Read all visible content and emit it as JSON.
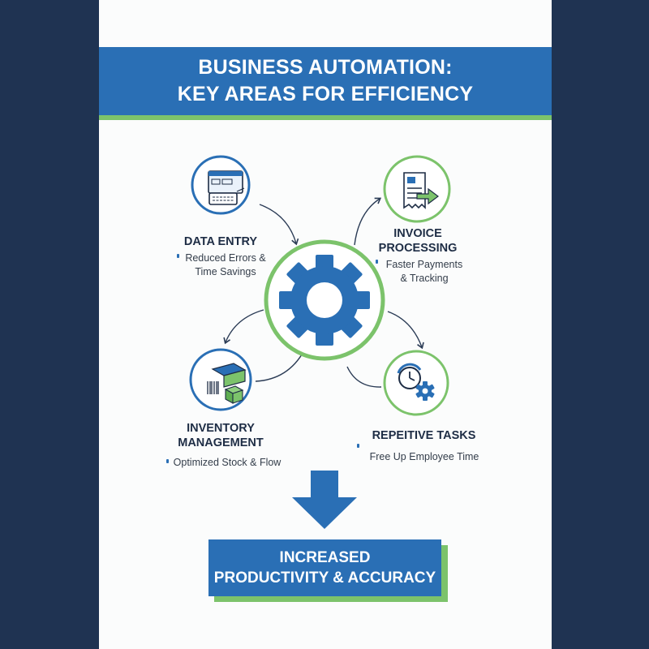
{
  "title": {
    "line1": "BUSINESS AUTOMATION:",
    "line2": "KEY AREAS FOR EFFICIENCY"
  },
  "center": {
    "icon": "gear-icon"
  },
  "areas": [
    {
      "id": "data-entry",
      "label_line1": "DATA ENTRY",
      "label_line2": "",
      "desc_line1": "Reduced Errors &",
      "desc_line2": "Time Savings",
      "icon": "keyboard-screen-icon"
    },
    {
      "id": "invoice",
      "label_line1": "INVOICE",
      "label_line2": "PROCESSING",
      "desc_line1": "Faster Payments",
      "desc_line2": "& Tracking",
      "icon": "invoice-arrow-icon"
    },
    {
      "id": "inventory",
      "label_line1": "INVENTORY",
      "label_line2": "MANAGEMENT",
      "desc_line1": "Optimized Stock & Flow",
      "desc_line2": "",
      "icon": "boxes-barcode-icon"
    },
    {
      "id": "repetitive",
      "label_line1": "REPEITIVE TASKS",
      "label_line2": "",
      "desc_line1": "Free Up Employee Time",
      "desc_line2": "",
      "icon": "clock-gear-icon"
    }
  ],
  "result": {
    "line1": "INCREASED",
    "line2": "PRODUCTIVITY & ACCURACY"
  },
  "colors": {
    "background": "#1f3352",
    "panel": "#fbfcfc",
    "primary_blue": "#2a6fb5",
    "accent_green": "#7cc36b",
    "text_dark": "#1e2d45"
  }
}
